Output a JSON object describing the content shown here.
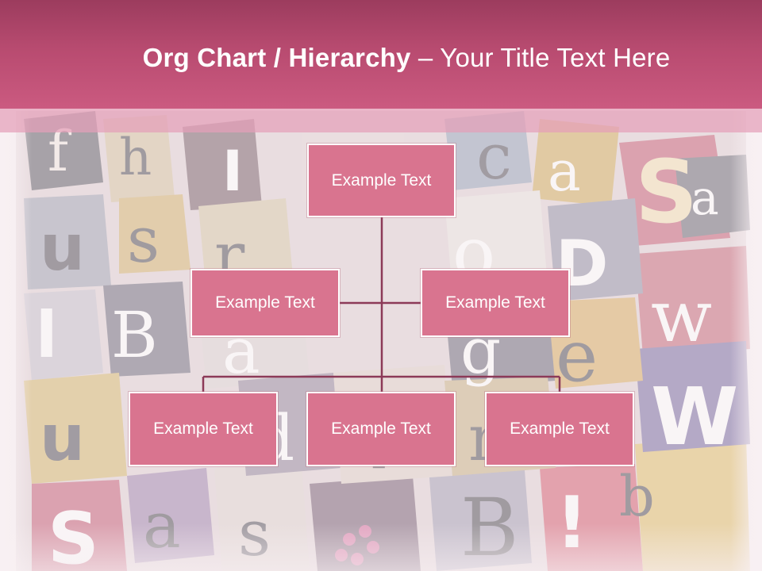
{
  "title": {
    "bold_part": "Org Chart / Hierarchy",
    "separator": " – ",
    "regular_part": "Your Title Text Here"
  },
  "org_chart": {
    "root": {
      "label": "Example Text"
    },
    "assistants": [
      {
        "label": "Example Text"
      },
      {
        "label": "Example Text"
      }
    ],
    "children": [
      {
        "label": "Example Text"
      },
      {
        "label": "Example Text"
      },
      {
        "label": "Example Text"
      }
    ]
  },
  "colors": {
    "title_bar": "#b84b70",
    "node_fill": "#d9748f",
    "node_border": "#ffffff",
    "connector": "#8c3a58"
  }
}
